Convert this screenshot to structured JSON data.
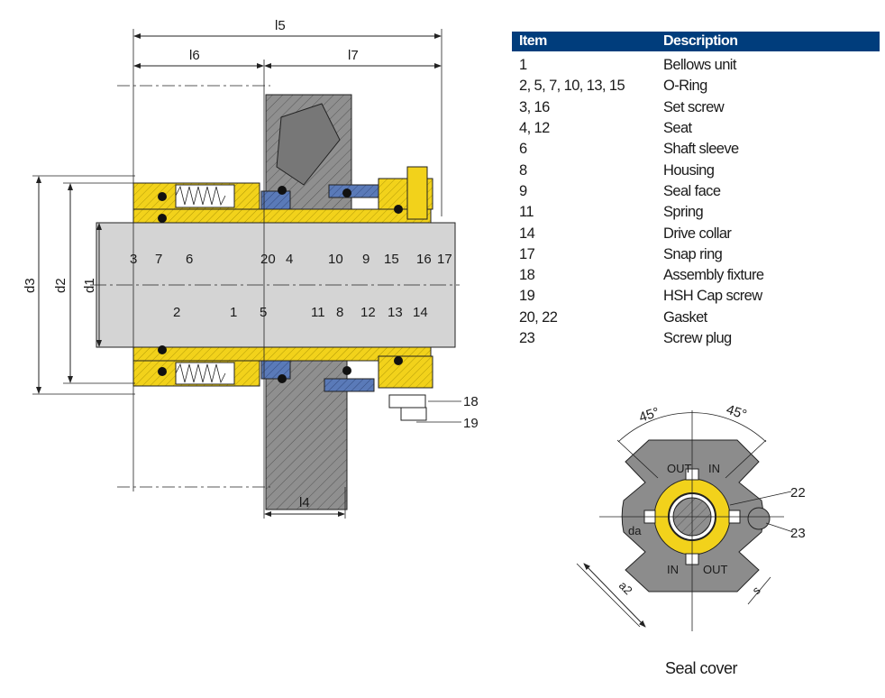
{
  "table": {
    "headers": {
      "item": "Item",
      "description": "Description"
    },
    "header_color": "#003d7c",
    "rows": [
      {
        "item": "1",
        "description": "Bellows unit"
      },
      {
        "item": "2, 5, 7, 10, 13, 15",
        "description": "O-Ring"
      },
      {
        "item": "3, 16",
        "description": "Set screw"
      },
      {
        "item": "4, 12",
        "description": "Seat"
      },
      {
        "item": "6",
        "description": "Shaft sleeve"
      },
      {
        "item": "8",
        "description": "Housing"
      },
      {
        "item": "9",
        "description": "Seal face"
      },
      {
        "item": "11",
        "description": "Spring"
      },
      {
        "item": "14",
        "description": "Drive collar"
      },
      {
        "item": "17",
        "description": "Snap ring"
      },
      {
        "item": "18",
        "description": "Assembly fixture"
      },
      {
        "item": "19",
        "description": "HSH Cap screw"
      },
      {
        "item": "20, 22",
        "description": "Gasket"
      },
      {
        "item": "23",
        "description": "Screw plug"
      }
    ]
  },
  "section": {
    "dims": {
      "l5": "l5",
      "l6": "l6",
      "l7": "l7",
      "l4": "l4",
      "d1": "d1",
      "d2": "d2",
      "d3": "d3"
    },
    "top_labels": [
      "3",
      "7",
      "6",
      "20",
      "4",
      "10",
      "9",
      "15",
      "16",
      "17"
    ],
    "bottom_labels": [
      "2",
      "1",
      "5",
      "11",
      "8",
      "12",
      "13",
      "14"
    ],
    "side_labels": [
      "18",
      "19"
    ]
  },
  "seal_cover": {
    "caption": "Seal cover",
    "angle_left": "45°",
    "angle_right": "45°",
    "port_labels": {
      "out_top": "OUT",
      "in_top": "IN",
      "in_bottom": "IN",
      "out_bottom": "OUT"
    },
    "label_22": "22",
    "label_23": "23",
    "dim_da": "da",
    "dim_a2": "a2",
    "dim_s": "s"
  },
  "colors": {
    "yellow": "#f2d21b",
    "blue": "#4f6fb0",
    "gray": "#8c8c8c",
    "shaft": "#d4d4d4"
  }
}
